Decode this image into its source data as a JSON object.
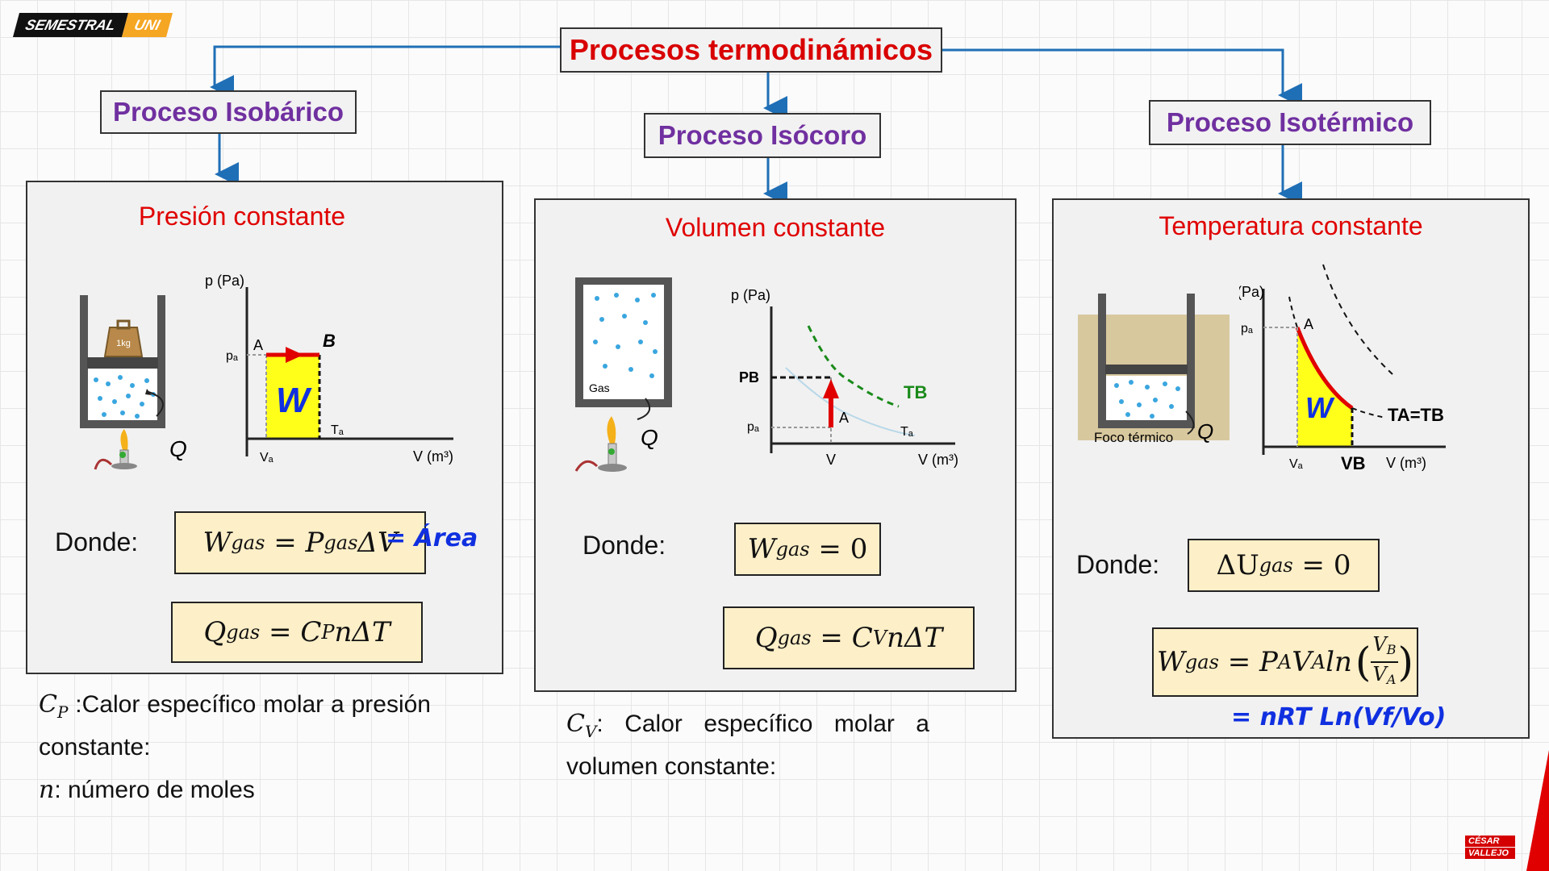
{
  "brand": {
    "semestral": "SEMESTRAL",
    "uni": "UNI"
  },
  "header": {
    "title": "Procesos termodinámicos"
  },
  "isobaric": {
    "name": "Proceso Isobárico",
    "title": "Presión constante",
    "weight": "1kg",
    "heat": "Q",
    "graph": {
      "y_axis": "p (Pa)",
      "x_axis": "V (m³)",
      "p_label": "pₐ",
      "v_label": "Vₐ",
      "point_a": "A",
      "point_b": "B",
      "temp": "Tₐ",
      "work": "W"
    },
    "donde": "Donde:",
    "formula1": {
      "lhs": "W",
      "lhs_sub": "gas",
      "eq": " = ",
      "rhs": "P",
      "rhs_sub": "gas",
      "rhs_tail": "ΔV",
      "note": "= Área"
    },
    "formula2": {
      "lhs": "Q",
      "lhs_sub": "gas",
      "eq": " = ",
      "rhs": "C",
      "rhs_sub": "P",
      "rhs_tail": "nΔT"
    },
    "note_sym": "C",
    "note_sym_sub": "P",
    "note_text": " :Calor específico molar a presión constante:",
    "moles_sym": "n",
    "moles_text": ": número de moles"
  },
  "isochoric": {
    "name": "Proceso Isócoro",
    "title": "Volumen constante",
    "gas": "Gas",
    "heat": "Q",
    "graph": {
      "y_axis": "p (Pa)",
      "x_axis": "V (m³)",
      "pb_label": "PB",
      "pa_label": "pₐ",
      "v_label": "V",
      "point_a": "A",
      "ta": "Tₐ",
      "tb": "TB"
    },
    "donde": "Donde:",
    "formula1": {
      "lhs": "W",
      "lhs_sub": "gas",
      "eq": " = ",
      "rhs": "0"
    },
    "formula2": {
      "lhs": "Q",
      "lhs_sub": "gas",
      "eq": " = ",
      "rhs": "C",
      "rhs_sub": "V",
      "rhs_tail": "nΔT"
    },
    "note_sym": "C",
    "note_sym_sub": "V",
    "note_text": ": Calor específico molar a volumen constante:"
  },
  "isothermal": {
    "name": "Proceso Isotérmico",
    "title": "Temperatura constante",
    "foco": "Foco térmico",
    "heat": "Q",
    "graph": {
      "y_axis": "p (Pa)",
      "x_axis": "V (m³)",
      "pa_label": "pₐ",
      "va_label": "Vₐ",
      "vb_label": "VB",
      "point_a": "A",
      "temps": "TA=TB",
      "work": "W"
    },
    "donde": "Donde:",
    "formula1": {
      "lhs": "ΔU",
      "lhs_sub": "gas",
      "eq": " = ",
      "rhs": "0"
    },
    "formula2": {
      "lhs": "W",
      "lhs_sub": "gas",
      "eq": " = ",
      "rhs": "P",
      "rhs_sub": "A",
      "rhs_mid": "V",
      "rhs_mid_sub": "A",
      "rhs_tail": "ln",
      "num": "V",
      "num_sub": "B",
      "den": "V",
      "den_sub": "A"
    },
    "handnote": "= nRT Ln(Vf/Vo)"
  },
  "footer_logo": {
    "line1": "CÉSAR",
    "line2": "VALLEJO"
  }
}
